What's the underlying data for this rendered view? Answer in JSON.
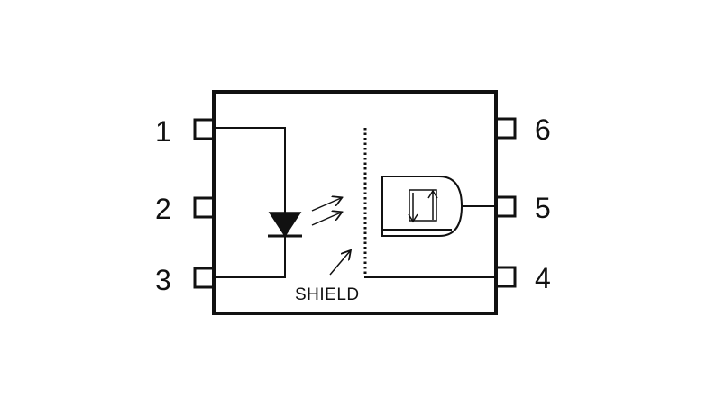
{
  "pins": {
    "p1": "1",
    "p2": "2",
    "p3": "3",
    "p4": "4",
    "p5": "5",
    "p6": "6"
  },
  "labels": {
    "shield": "SHIELD"
  },
  "icons": {
    "led": "led-diode-icon",
    "light_arrows": "light-emission-arrows-icon",
    "shield_pointer": "shield-pointer-arrow-icon",
    "schmitt_gate": "schmitt-trigger-gate-icon"
  },
  "colors": {
    "line": "#111111",
    "background": "#ffffff"
  }
}
